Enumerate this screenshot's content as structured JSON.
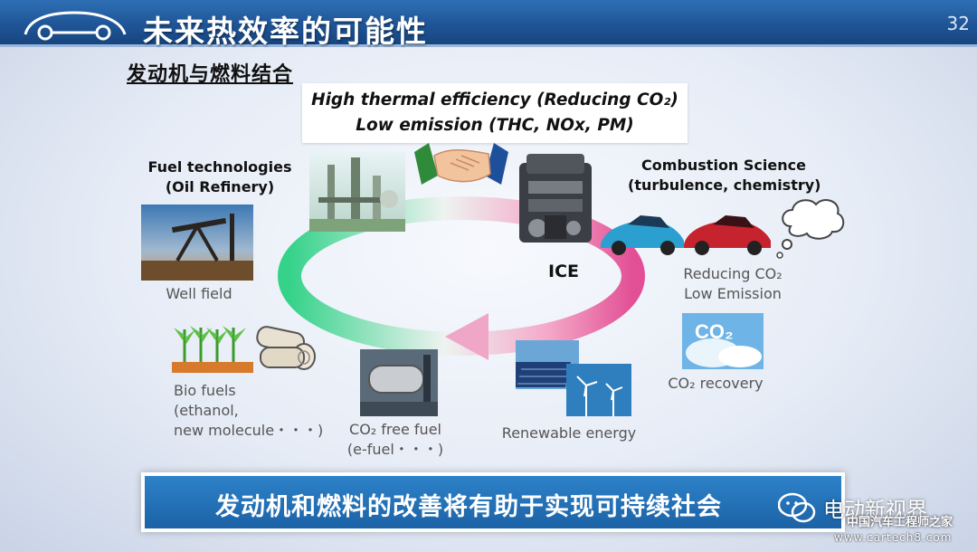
{
  "header": {
    "title": "未来热效率的可能性",
    "page_number": "32"
  },
  "subtitle": "发动机与燃料结合",
  "goal": {
    "line1": "High thermal efficiency (Reducing CO₂)",
    "line2": "Low emission (THC, NOx, PM)"
  },
  "fuel_tech": {
    "line1": "Fuel technologies",
    "line2": "(Oil Refinery)"
  },
  "combustion": {
    "line1": "Combustion Science",
    "line2": "(turbulence, chemistry)"
  },
  "ice_label": "ICE",
  "well_field_label": "Well field",
  "reducing": {
    "line1": "Reducing CO₂",
    "line2": "Low Emission"
  },
  "bio_fuels": {
    "line1": "Bio fuels",
    "line2": "(ethanol,",
    "line3": "new molecule・・・)"
  },
  "co2_free": {
    "line1": "CO₂ free fuel",
    "line2": "(e-fuel・・・)"
  },
  "renewable_label": "Renewable energy",
  "co2_recovery_label": "CO₂ recovery",
  "co2_tile_text": "CO₂",
  "banner_text": "发动机和燃料的改善将有助于实现可持续社会",
  "watermark": {
    "brand": "电动新视界",
    "site_cn": "中国汽车工程师之家",
    "site_url": "www.cartech8.com"
  },
  "colors": {
    "header_blue": "#1f5597",
    "banner_blue": "#1c62a6",
    "cycle_green": "#4fd68a",
    "cycle_pink": "#e5579a"
  }
}
